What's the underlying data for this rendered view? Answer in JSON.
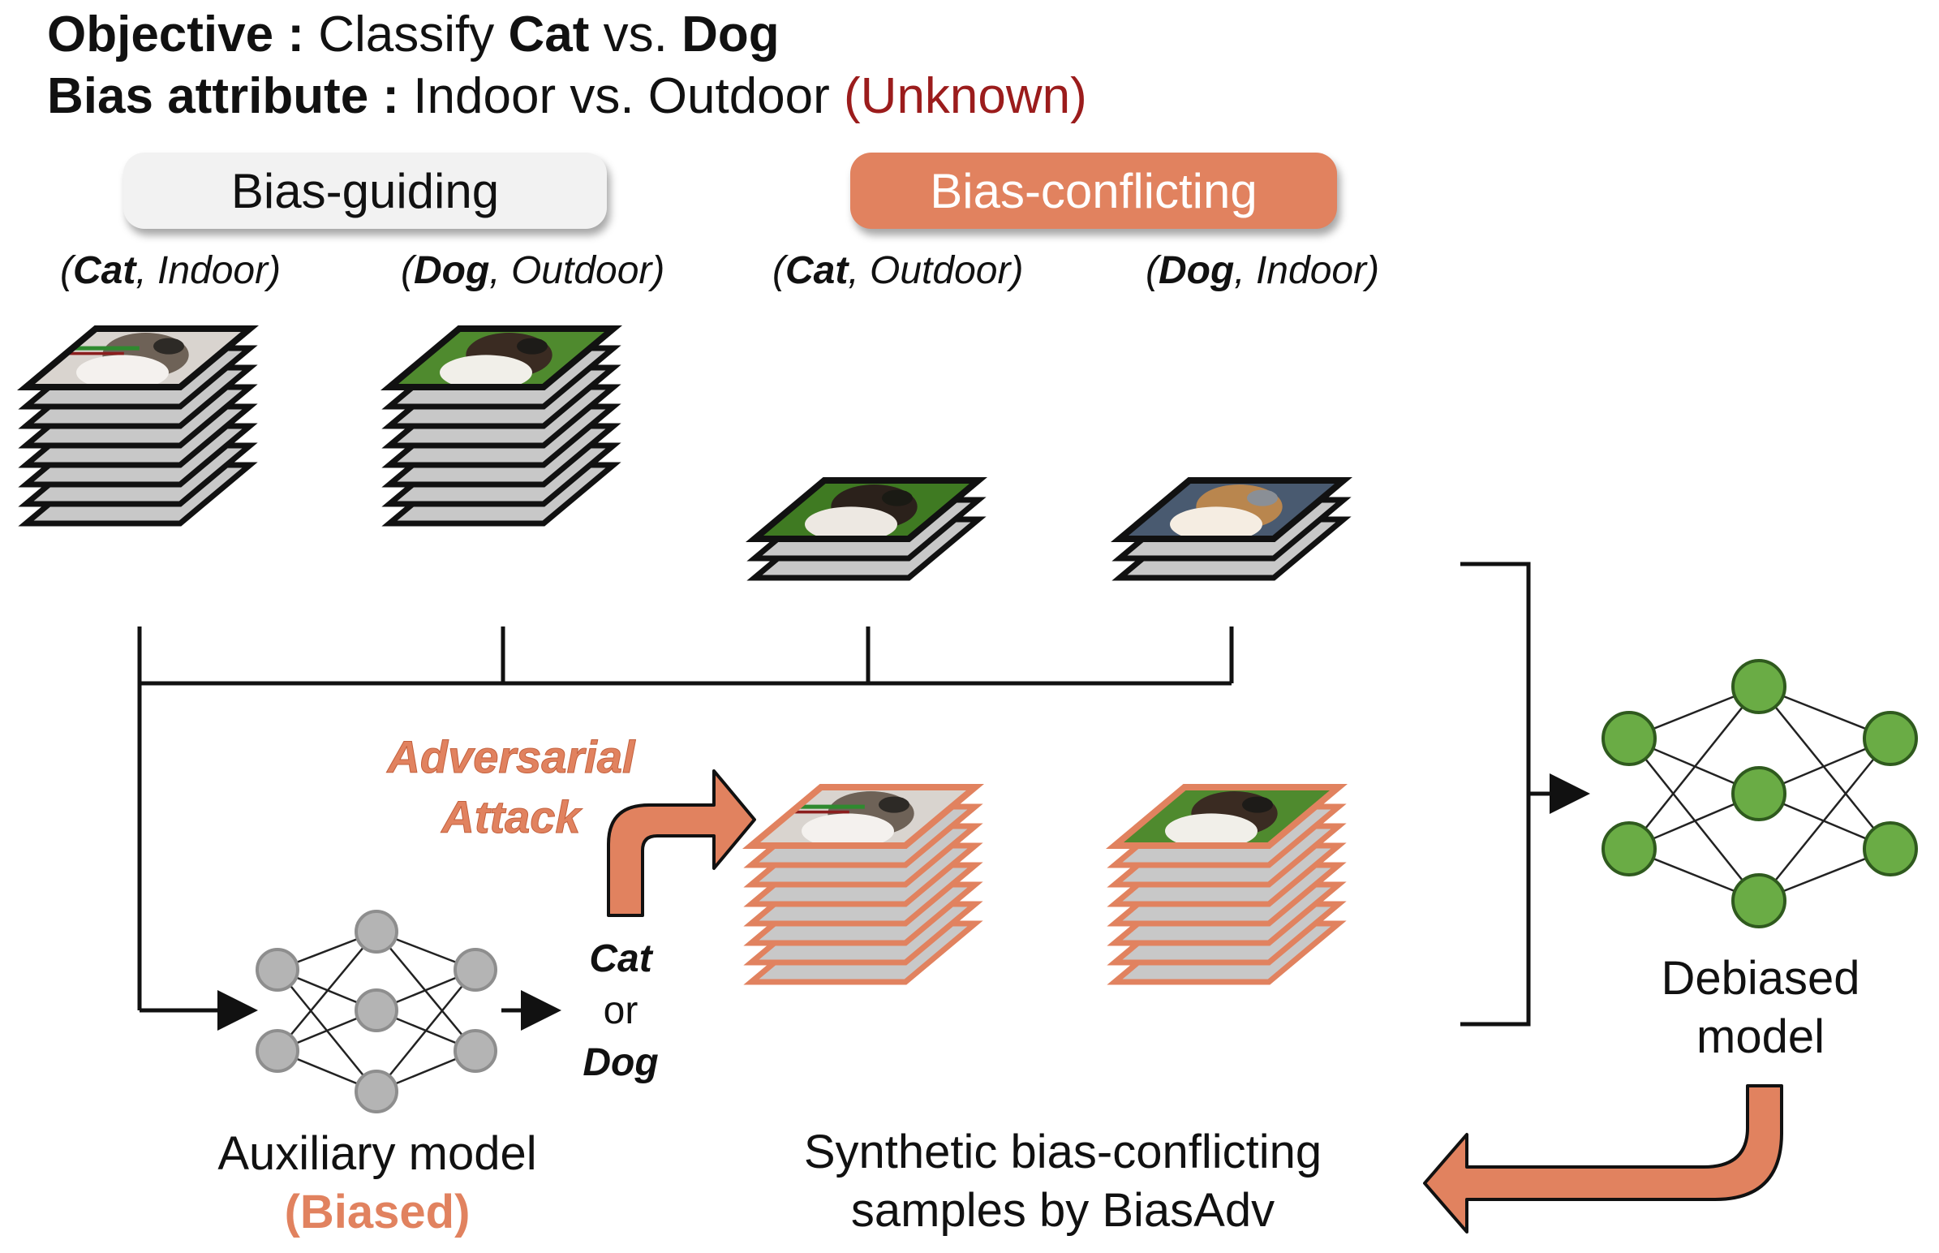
{
  "header": {
    "objective_label": "Objective :",
    "objective_text": "Classify",
    "objective_class_a": "Cat",
    "objective_vs": "vs.",
    "objective_class_b": "Dog",
    "bias_label": "Bias attribute :",
    "bias_text": "Indoor vs. Outdoor",
    "bias_unknown": "(Unknown)"
  },
  "groups": {
    "guiding_label": "Bias-guiding",
    "conflicting_label": "Bias-conflicting"
  },
  "stacks": [
    {
      "class": "Cat",
      "attr": "Indoor",
      "image": "cat-indoor-photo"
    },
    {
      "class": "Dog",
      "attr": "Outdoor",
      "image": "dog-outdoor-photo"
    },
    {
      "class": "Cat",
      "attr": "Outdoor",
      "image": "cat-outdoor-photo"
    },
    {
      "class": "Dog",
      "attr": "Indoor",
      "image": "dog-indoor-photo"
    }
  ],
  "attack": {
    "line1": "Adversarial",
    "line2": "Attack"
  },
  "prediction": {
    "a": "Cat",
    "or": "or",
    "b": "Dog"
  },
  "auxiliary": {
    "line1": "Auxiliary model",
    "line2": "(Biased)"
  },
  "synthetic": {
    "line1": "Synthetic bias-conflicting",
    "line2": "samples by BiasAdv"
  },
  "debiased": {
    "line1": "Debiased",
    "line2": "model"
  },
  "colors": {
    "accent": "#e1825f",
    "unknown_red": "#9b1c1c",
    "node_grey": "#b4b4b4",
    "node_green": "#6aac45",
    "card_grey": "#c8c8c8"
  }
}
